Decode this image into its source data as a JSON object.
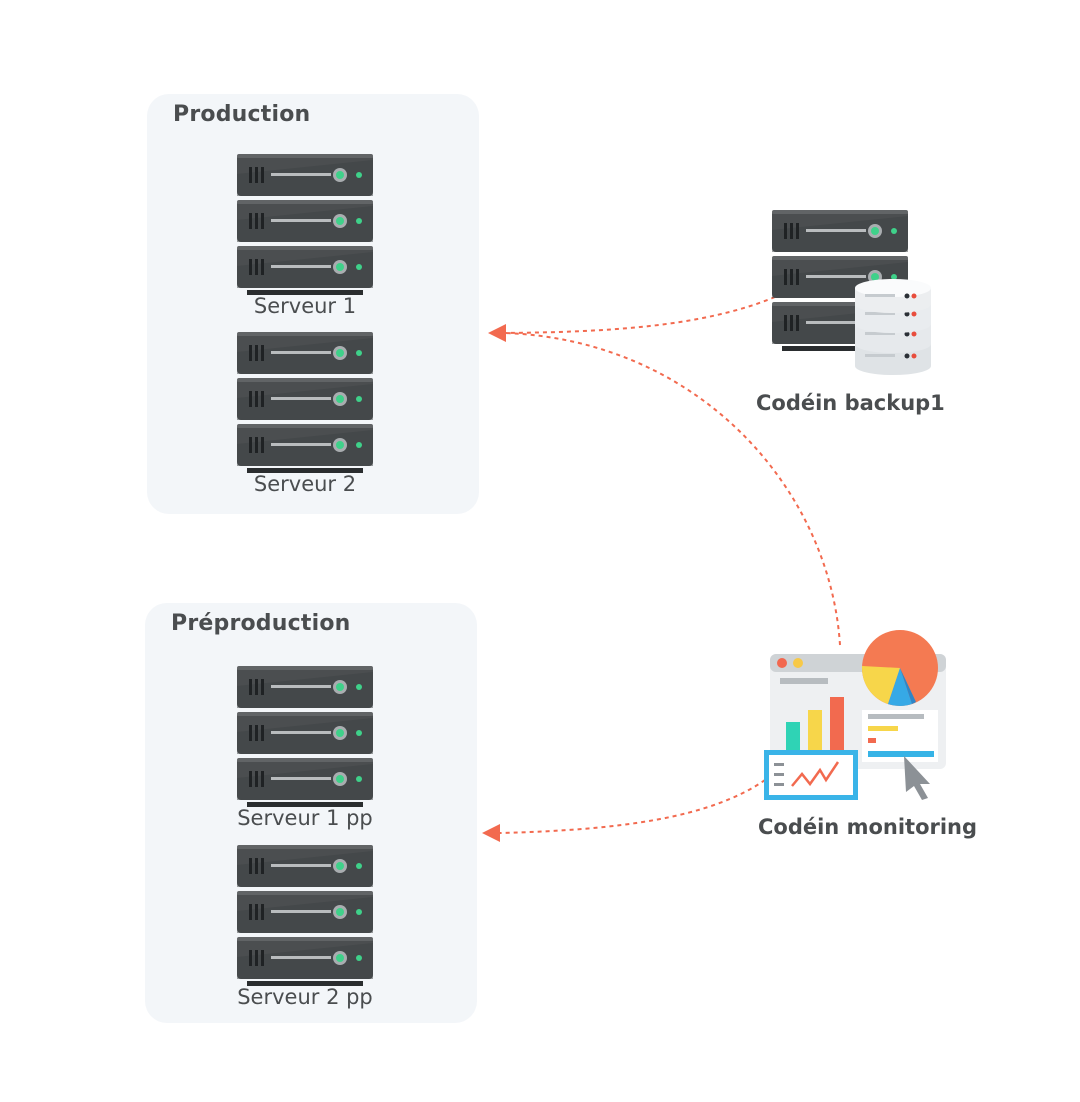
{
  "environments": [
    {
      "title": "Production",
      "servers": [
        "Serveur 1",
        "Serveur 2"
      ]
    },
    {
      "title": "Préproduction",
      "servers": [
        "Serveur 1 pp",
        "Serveur 2 pp"
      ]
    }
  ],
  "external": {
    "backup": {
      "label": "Codéin backup1",
      "icon": "server-database-icon"
    },
    "monitoring": {
      "label": "Codéin monitoring",
      "icon": "monitoring-dashboard-icon"
    }
  },
  "colors": {
    "panel": "#f3f6f9",
    "arrow": "#f26a4f",
    "text": "#4a4d4f",
    "server_body": "#4b4e50",
    "led": "#3fd18a"
  }
}
